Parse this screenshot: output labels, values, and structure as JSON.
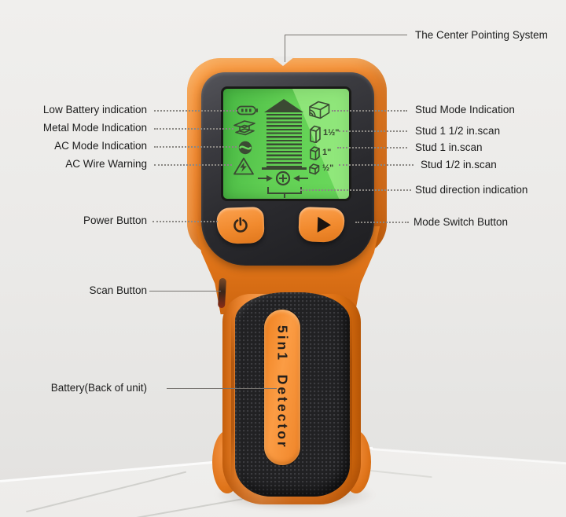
{
  "annotations": {
    "center_pointing": "The Center Pointing System",
    "left": [
      {
        "label": "Low Battery indication"
      },
      {
        "label": "Metal Mode Indication"
      },
      {
        "label": "AC Mode Indication"
      },
      {
        "label": "AC Wire Warning"
      },
      {
        "label": "Power Button"
      },
      {
        "label": "Scan Button"
      },
      {
        "label": "Battery(Back of unit)"
      }
    ],
    "right": [
      {
        "label": "Stud Mode Indication"
      },
      {
        "label": "Stud 1 1/2 in.scan"
      },
      {
        "label": "Stud 1 in.scan"
      },
      {
        "label": "Stud 1/2 in.scan"
      },
      {
        "label": "Stud direction indication"
      },
      {
        "label": "Mode Switch Button"
      }
    ]
  },
  "device": {
    "brand": "5in1  Detector",
    "screen": {
      "scan_sizes": [
        "1½\"",
        "1\"",
        "½\""
      ],
      "icons": [
        "low-battery",
        "metal-mode",
        "ac-mode",
        "ac-warning",
        "stud-signal-tower",
        "center-target",
        "stud-mode-wood",
        "stud-1-5-in",
        "stud-1-in",
        "stud-0-5-in"
      ]
    }
  },
  "colors": {
    "body_orange": "#EE8026",
    "screen_green": "#62D054",
    "screen_glare": "#A9F08C",
    "panel_dark": "#2A2A2E",
    "icon_dark": "#3B4A33",
    "label_text": "#1D1D1D"
  }
}
